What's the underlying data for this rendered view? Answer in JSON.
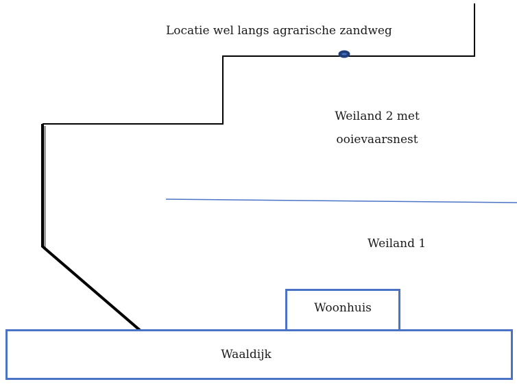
{
  "labels": {
    "road": "Locatie wel langs agrarische zandweg",
    "weiland2_line1": "Weiland 2 met",
    "weiland2_line2": "ooievaarsnest",
    "weiland1": "Weiland 1",
    "woonhuis": "Woonhuis",
    "waaldijk": "Waaldijk"
  },
  "colors": {
    "boundary": "#000000",
    "divider": "#4a73c6",
    "box_border": "#4a73c6",
    "marker": "#1f3f7a"
  }
}
